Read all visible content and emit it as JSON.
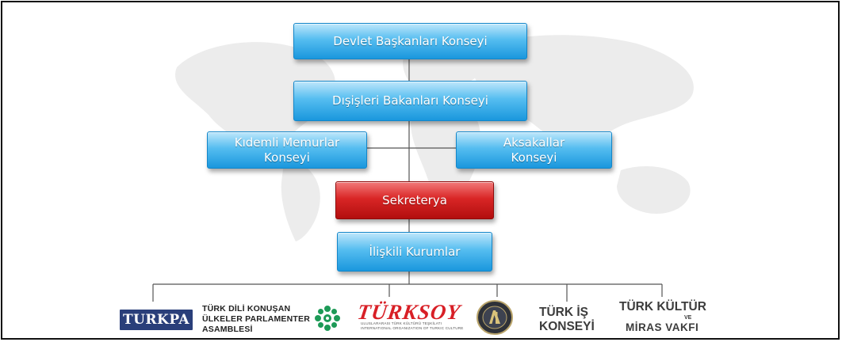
{
  "diagram": {
    "boxes": {
      "devlet": "Devlet Başkanları Konseyi",
      "disisleri": "Dışişleri Bakanları Konseyi",
      "kidemli": "Kıdemli Memurlar\nKonseyi",
      "aksakallar": "Aksakallar\nKonseyi",
      "sekreterya": "Sekreterya",
      "iliskili": "İlişkili Kurumlar"
    },
    "colors": {
      "box_blue": "#3aaee8",
      "box_red": "#cc1b1b",
      "connector": "#555555",
      "map": "#ececec"
    }
  },
  "institutions": {
    "turkpa": {
      "logo_text": "TURKPA",
      "name": "TÜRK DİLİ KONUŞAN\nÜLKELER PARLAMENTER\nASAMBLESİ"
    },
    "green_emblem": {
      "icon": "green-ornament-icon"
    },
    "turksoy": {
      "logo_text": "TÜRKSOY",
      "subtitle": "ULUSLARARASI TÜRK KÜLTÜRÜ TEŞKİLATI\nINTERNATIONAL ORGANIZATION OF TURKIC CULTURE"
    },
    "academy_seal": {
      "icon": "round-seal-icon"
    },
    "turk_is": {
      "name": "TÜRK İŞ\nKONSEYİ"
    },
    "kultur_miras": {
      "line1": "TÜRK KÜLTÜR",
      "ve": "VE",
      "line2": "MİRAS VAKFI"
    }
  }
}
